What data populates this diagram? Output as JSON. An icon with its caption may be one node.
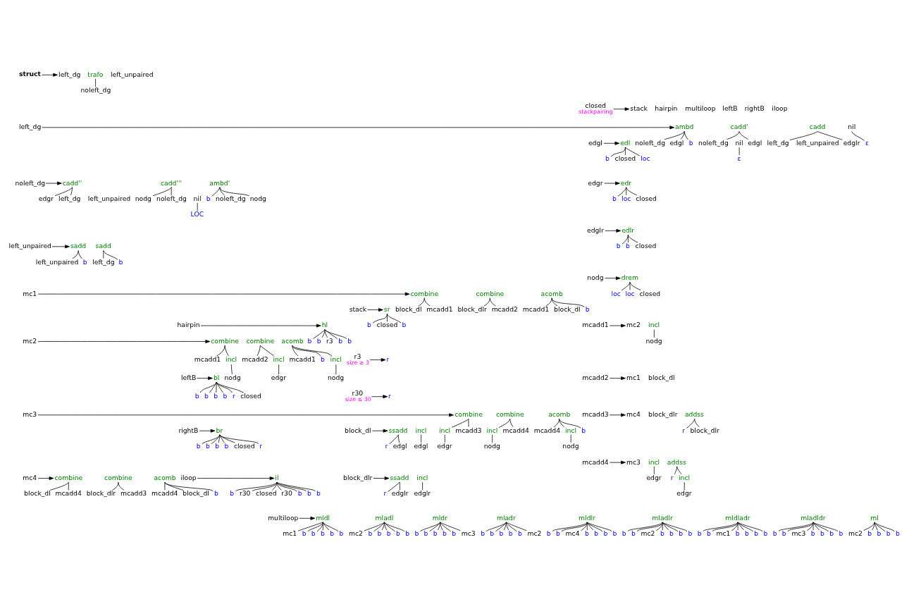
{
  "diagram": {
    "nodes": [
      {
        "text": [
          "struct"
        ]
      },
      {
        "text": [
          "left_dg"
        ]
      },
      {
        "text": [
          "trafo"
        ]
      },
      {
        "text": [
          "noleft_dg"
        ]
      },
      {
        "text": [
          "left_unpaired"
        ]
      },
      {
        "text": [
          "left_dg"
        ]
      },
      {
        "text": [
          "ambd"
        ]
      },
      {
        "text": [
          "edgl"
        ]
      },
      {
        "text": [
          "b"
        ]
      },
      {
        "text": [
          "noleft_dg"
        ]
      },
      {
        "text": [
          "cadd'"
        ]
      },
      {
        "text": [
          "edgl"
        ]
      },
      {
        "text": [
          "noleft_dg"
        ]
      },
      {
        "text": [
          "nil"
        ]
      },
      {
        "text": [
          "ε"
        ]
      },
      {
        "text": [
          "cadd"
        ]
      },
      {
        "text": [
          "edglr"
        ]
      },
      {
        "text": [
          "left_dg"
        ]
      },
      {
        "text": [
          "left_unpaired"
        ]
      },
      {
        "text": [
          "nil"
        ]
      },
      {
        "text": [
          "ε"
        ]
      },
      {
        "text": [
          "noleft_dg"
        ]
      },
      {
        "text": [
          "cadd''"
        ]
      },
      {
        "text": [
          "edgr"
        ]
      },
      {
        "text": [
          "left_dg"
        ]
      },
      {
        "text": [
          "left_unpaired"
        ]
      },
      {
        "text": [
          "cadd'''"
        ]
      },
      {
        "text": [
          "nodg"
        ]
      },
      {
        "text": [
          "noleft_dg"
        ]
      },
      {
        "text": [
          "nil"
        ]
      },
      {
        "text": [
          "LOC"
        ]
      },
      {
        "text": [
          "ambd'"
        ]
      },
      {
        "text": [
          "nodg"
        ]
      },
      {
        "text": [
          "b"
        ]
      },
      {
        "text": [
          "noleft_dg"
        ]
      },
      {
        "text": [
          "left_unpaired"
        ]
      },
      {
        "text": [
          "sadd"
        ]
      },
      {
        "text": [
          "b"
        ]
      },
      {
        "text": [
          "left_unpaired"
        ]
      },
      {
        "text": [
          "sadd"
        ]
      },
      {
        "text": [
          "b"
        ]
      },
      {
        "text": [
          "left_dg"
        ]
      },
      {
        "text": [
          "closed"
        ],
        "beside": [
          "stackpairing"
        ]
      },
      {
        "text": [
          "stack"
        ]
      },
      {
        "text": [
          "hairpin"
        ]
      },
      {
        "text": [
          "multiloop"
        ]
      },
      {
        "text": [
          "leftB"
        ]
      },
      {
        "text": [
          "rightB"
        ]
      },
      {
        "text": [
          "iloop"
        ]
      },
      {
        "text": [
          "edgl"
        ]
      },
      {
        "text": [
          "edl"
        ]
      },
      {
        "text": [
          "b"
        ]
      },
      {
        "text": [
          "closed"
        ]
      },
      {
        "text": [
          "loc"
        ]
      },
      {
        "text": [
          "stack"
        ]
      },
      {
        "text": [
          "sr"
        ]
      },
      {
        "text": [
          "b"
        ]
      },
      {
        "text": [
          "closed"
        ]
      },
      {
        "text": [
          "b"
        ]
      },
      {
        "text": [
          "hairpin"
        ]
      },
      {
        "text": [
          "hl"
        ]
      },
      {
        "text": [
          "b"
        ]
      },
      {
        "text": [
          "b"
        ]
      },
      {
        "text": [
          "r3"
        ]
      },
      {
        "text": [
          "b"
        ]
      },
      {
        "text": [
          "b"
        ]
      },
      {
        "text": [
          "edgr"
        ]
      },
      {
        "text": [
          "edr"
        ]
      },
      {
        "text": [
          "loc"
        ]
      },
      {
        "text": [
          "closed"
        ]
      },
      {
        "text": [
          "b"
        ]
      },
      {
        "text": [
          "leftB"
        ]
      },
      {
        "text": [
          "bl"
        ]
      },
      {
        "text": [
          "b"
        ]
      },
      {
        "text": [
          "b"
        ]
      },
      {
        "text": [
          "r"
        ]
      },
      {
        "text": [
          "closed"
        ]
      },
      {
        "text": [
          "b"
        ]
      },
      {
        "text": [
          "b"
        ]
      },
      {
        "text": [
          "r3"
        ],
        "beside": [
          "size ≥ 3"
        ]
      },
      {
        "text": [
          "r"
        ]
      },
      {
        "text": [
          "r30"
        ],
        "beside": [
          "size ≤ 30"
        ]
      },
      {
        "text": [
          "r"
        ]
      },
      {
        "text": [
          "edglr"
        ]
      },
      {
        "text": [
          "edlr"
        ]
      },
      {
        "text": [
          "b"
        ]
      },
      {
        "text": [
          "closed"
        ]
      },
      {
        "text": [
          "b"
        ]
      },
      {
        "text": [
          "rightB"
        ]
      },
      {
        "text": [
          "br"
        ]
      },
      {
        "text": [
          "b"
        ]
      },
      {
        "text": [
          "b"
        ]
      },
      {
        "text": [
          "closed"
        ]
      },
      {
        "text": [
          "r"
        ]
      },
      {
        "text": [
          "b"
        ]
      },
      {
        "text": [
          "b"
        ]
      },
      {
        "text": [
          "nodg"
        ]
      },
      {
        "text": [
          "drem"
        ]
      },
      {
        "text": [
          "loc"
        ]
      },
      {
        "text": [
          "closed"
        ]
      },
      {
        "text": [
          "loc"
        ]
      },
      {
        "text": [
          "iloop"
        ]
      },
      {
        "text": [
          "il"
        ]
      },
      {
        "text": [
          "b"
        ]
      },
      {
        "text": [
          "b"
        ]
      },
      {
        "text": [
          "r30"
        ]
      },
      {
        "text": [
          "closed"
        ]
      },
      {
        "text": [
          "r30"
        ]
      },
      {
        "text": [
          "b"
        ]
      },
      {
        "text": [
          "b"
        ]
      },
      {
        "text": [
          "multiloop"
        ]
      },
      {
        "text": [
          "mldl"
        ]
      },
      {
        "text": [
          "b"
        ]
      },
      {
        "text": [
          "b"
        ]
      },
      {
        "text": [
          "b"
        ]
      },
      {
        "text": [
          "mc1"
        ]
      },
      {
        "text": [
          "b"
        ]
      },
      {
        "text": [
          "b"
        ]
      },
      {
        "text": [
          "mladl"
        ]
      },
      {
        "text": [
          "b"
        ]
      },
      {
        "text": [
          "b"
        ]
      },
      {
        "text": [
          "b"
        ]
      },
      {
        "text": [
          "mc2"
        ]
      },
      {
        "text": [
          "b"
        ]
      },
      {
        "text": [
          "b"
        ]
      },
      {
        "text": [
          "mldr"
        ]
      },
      {
        "text": [
          "b"
        ]
      },
      {
        "text": [
          "b"
        ]
      },
      {
        "text": [
          "mc3"
        ]
      },
      {
        "text": [
          "b"
        ]
      },
      {
        "text": [
          "b"
        ]
      },
      {
        "text": [
          "b"
        ]
      },
      {
        "text": [
          "mladr"
        ]
      },
      {
        "text": [
          "b"
        ]
      },
      {
        "text": [
          "b"
        ]
      },
      {
        "text": [
          "mc2"
        ]
      },
      {
        "text": [
          "b"
        ]
      },
      {
        "text": [
          "b"
        ]
      },
      {
        "text": [
          "b"
        ]
      },
      {
        "text": [
          "mldlr"
        ]
      },
      {
        "text": [
          "b"
        ]
      },
      {
        "text": [
          "b"
        ]
      },
      {
        "text": [
          "b"
        ]
      },
      {
        "text": [
          "mc4"
        ]
      },
      {
        "text": [
          "b"
        ]
      },
      {
        "text": [
          "b"
        ]
      },
      {
        "text": [
          "b"
        ]
      },
      {
        "text": [
          "mladlr"
        ]
      },
      {
        "text": [
          "b"
        ]
      },
      {
        "text": [
          "b"
        ]
      },
      {
        "text": [
          "b"
        ]
      },
      {
        "text": [
          "mc2"
        ]
      },
      {
        "text": [
          "b"
        ]
      },
      {
        "text": [
          "b"
        ]
      },
      {
        "text": [
          "b"
        ]
      },
      {
        "text": [
          "mldladr"
        ]
      },
      {
        "text": [
          "b"
        ]
      },
      {
        "text": [
          "b"
        ]
      },
      {
        "text": [
          "b"
        ]
      },
      {
        "text": [
          "mc1"
        ]
      },
      {
        "text": [
          "b"
        ]
      },
      {
        "text": [
          "b"
        ]
      },
      {
        "text": [
          "b"
        ]
      },
      {
        "text": [
          "mladldr"
        ]
      },
      {
        "text": [
          "b"
        ]
      },
      {
        "text": [
          "b"
        ]
      },
      {
        "text": [
          "b"
        ]
      },
      {
        "text": [
          "mc3"
        ]
      },
      {
        "text": [
          "b"
        ]
      },
      {
        "text": [
          "b"
        ]
      },
      {
        "text": [
          "b"
        ]
      },
      {
        "text": [
          "ml"
        ]
      },
      {
        "text": [
          "b"
        ]
      },
      {
        "text": [
          "b"
        ]
      },
      {
        "text": [
          "mc2"
        ]
      },
      {
        "text": [
          "b"
        ]
      },
      {
        "text": [
          "b"
        ]
      },
      {
        "text": [
          "mc1"
        ]
      },
      {
        "text": [
          "combine"
        ]
      },
      {
        "text": [
          "block_dl"
        ]
      },
      {
        "text": [
          "mcadd1"
        ]
      },
      {
        "text": [
          "combine"
        ]
      },
      {
        "text": [
          "block_dlr"
        ]
      },
      {
        "text": [
          "mcadd2"
        ]
      },
      {
        "text": [
          "acomb"
        ]
      },
      {
        "text": [
          "block_dl"
        ]
      },
      {
        "text": [
          "b"
        ]
      },
      {
        "text": [
          "mcadd1"
        ]
      },
      {
        "text": [
          "mcadd1"
        ]
      },
      {
        "text": [
          "mc2"
        ]
      },
      {
        "text": [
          "incl"
        ]
      },
      {
        "text": [
          "nodg"
        ]
      },
      {
        "text": [
          "block_dl"
        ]
      },
      {
        "text": [
          "ssadd"
        ]
      },
      {
        "text": [
          "r"
        ]
      },
      {
        "text": [
          "edgl"
        ]
      },
      {
        "text": [
          "incl"
        ]
      },
      {
        "text": [
          "edgl"
        ]
      },
      {
        "text": [
          "mc2"
        ]
      },
      {
        "text": [
          "combine"
        ]
      },
      {
        "text": [
          "incl"
        ]
      },
      {
        "text": [
          "nodg"
        ]
      },
      {
        "text": [
          "mcadd1"
        ]
      },
      {
        "text": [
          "combine"
        ]
      },
      {
        "text": [
          "incl"
        ]
      },
      {
        "text": [
          "edgr"
        ]
      },
      {
        "text": [
          "mcadd2"
        ]
      },
      {
        "text": [
          "acomb"
        ]
      },
      {
        "text": [
          "incl"
        ]
      },
      {
        "text": [
          "nodg"
        ]
      },
      {
        "text": [
          "b"
        ]
      },
      {
        "text": [
          "mcadd1"
        ]
      },
      {
        "text": [
          "mcadd2"
        ]
      },
      {
        "text": [
          "mc1"
        ]
      },
      {
        "text": [
          "block_dl"
        ]
      },
      {
        "text": [
          "block_dlr"
        ]
      },
      {
        "text": [
          "ssadd"
        ]
      },
      {
        "text": [
          "r"
        ]
      },
      {
        "text": [
          "edglr"
        ]
      },
      {
        "text": [
          "incl"
        ]
      },
      {
        "text": [
          "edglr"
        ]
      },
      {
        "text": [
          "mcadd3"
        ]
      },
      {
        "text": [
          "mc4"
        ]
      },
      {
        "text": [
          "block_dlr"
        ]
      },
      {
        "text": [
          "addss"
        ]
      },
      {
        "text": [
          "block_dlr"
        ]
      },
      {
        "text": [
          "r"
        ]
      },
      {
        "text": [
          "mc3"
        ]
      },
      {
        "text": [
          "combine"
        ]
      },
      {
        "text": [
          "incl"
        ]
      },
      {
        "text": [
          "edgr"
        ]
      },
      {
        "text": [
          "mcadd3"
        ]
      },
      {
        "text": [
          "combine"
        ]
      },
      {
        "text": [
          "incl"
        ]
      },
      {
        "text": [
          "nodg"
        ]
      },
      {
        "text": [
          "mcadd4"
        ]
      },
      {
        "text": [
          "acomb"
        ]
      },
      {
        "text": [
          "incl"
        ]
      },
      {
        "text": [
          "nodg"
        ]
      },
      {
        "text": [
          "b"
        ]
      },
      {
        "text": [
          "mcadd4"
        ]
      },
      {
        "text": [
          "mcadd4"
        ]
      },
      {
        "text": [
          "mc3"
        ]
      },
      {
        "text": [
          "incl"
        ]
      },
      {
        "text": [
          "edgr"
        ]
      },
      {
        "text": [
          "addss"
        ]
      },
      {
        "text": [
          "incl"
        ]
      },
      {
        "text": [
          "edgr"
        ]
      },
      {
        "text": [
          "r"
        ]
      },
      {
        "text": [
          "mc4"
        ]
      },
      {
        "text": [
          "combine"
        ]
      },
      {
        "text": [
          "block_dl"
        ]
      },
      {
        "text": [
          "mcadd4"
        ]
      },
      {
        "text": [
          "combine"
        ]
      },
      {
        "text": [
          "block_dlr"
        ]
      },
      {
        "text": [
          "mcadd3"
        ]
      },
      {
        "text": [
          "acomb"
        ]
      },
      {
        "text": [
          "block_dl"
        ]
      },
      {
        "text": [
          "b"
        ]
      },
      {
        "text": [
          "mcadd4"
        ]
      }
    ],
    "edges": [
      {
        "from": 0,
        "to": 1,
        "arrow": "to"
      },
      {
        "from": 2,
        "to": 3,
        "arrow": "none"
      },
      {
        "from": 5,
        "to": 6,
        "arrow": "to"
      },
      {
        "from": 6,
        "to": 7,
        "arrow": "none"
      },
      {
        "from": 6,
        "to": 8,
        "arrow": "none"
      },
      {
        "from": 6,
        "to": 9,
        "arrow": "none"
      },
      {
        "from": 10,
        "to": 11,
        "arrow": "none"
      },
      {
        "from": 10,
        "to": 12,
        "arrow": "none"
      },
      {
        "from": 13,
        "to": 14,
        "arrow": "none"
      },
      {
        "from": 15,
        "to": 16,
        "arrow": "none"
      },
      {
        "from": 15,
        "to": 17,
        "arrow": "none"
      },
      {
        "from": 19,
        "to": 20,
        "arrow": "none"
      },
      {
        "from": 21,
        "to": 22,
        "arrow": "to"
      },
      {
        "from": 22,
        "to": 23,
        "arrow": "none"
      },
      {
        "from": 22,
        "to": 24,
        "arrow": "none"
      },
      {
        "from": 26,
        "to": 27,
        "arrow": "none"
      },
      {
        "from": 26,
        "to": 28,
        "arrow": "none"
      },
      {
        "from": 29,
        "to": 30,
        "arrow": "none"
      },
      {
        "from": 31,
        "to": 32,
        "arrow": "none"
      },
      {
        "from": 31,
        "to": 33,
        "arrow": "none"
      },
      {
        "from": 31,
        "to": 34,
        "arrow": "none"
      },
      {
        "from": 35,
        "to": 36,
        "arrow": "to"
      },
      {
        "from": 36,
        "to": 37,
        "arrow": "none"
      },
      {
        "from": 36,
        "to": 38,
        "arrow": "none"
      },
      {
        "from": 39,
        "to": 40,
        "arrow": "none"
      },
      {
        "from": 39,
        "to": 41,
        "arrow": "none"
      },
      {
        "from": 42,
        "to": 43,
        "arrow": "to"
      },
      {
        "from": 49,
        "to": 50,
        "arrow": "to"
      },
      {
        "from": 50,
        "to": 51,
        "arrow": "none"
      },
      {
        "from": 50,
        "to": 52,
        "arrow": "none"
      },
      {
        "from": 50,
        "to": 53,
        "arrow": "none"
      },
      {
        "from": 54,
        "to": 55,
        "arrow": "to"
      },
      {
        "from": 55,
        "to": 56,
        "arrow": "none"
      },
      {
        "from": 55,
        "to": 57,
        "arrow": "none"
      },
      {
        "from": 55,
        "to": 58,
        "arrow": "none"
      },
      {
        "from": 59,
        "to": 60,
        "arrow": "to"
      },
      {
        "from": 60,
        "to": 61,
        "arrow": "none"
      },
      {
        "from": 60,
        "to": 62,
        "arrow": "none"
      },
      {
        "from": 60,
        "to": 63,
        "arrow": "none"
      },
      {
        "from": 60,
        "to": 64,
        "arrow": "none"
      },
      {
        "from": 60,
        "to": 65,
        "arrow": "none"
      },
      {
        "from": 66,
        "to": 67,
        "arrow": "to"
      },
      {
        "from": 67,
        "to": 68,
        "arrow": "none"
      },
      {
        "from": 67,
        "to": 69,
        "arrow": "none"
      },
      {
        "from": 67,
        "to": 70,
        "arrow": "none"
      },
      {
        "from": 71,
        "to": 72,
        "arrow": "to"
      },
      {
        "from": 72,
        "to": 73,
        "arrow": "none"
      },
      {
        "from": 72,
        "to": 74,
        "arrow": "none"
      },
      {
        "from": 72,
        "to": 75,
        "arrow": "none"
      },
      {
        "from": 72,
        "to": 76,
        "arrow": "none"
      },
      {
        "from": 72,
        "to": 77,
        "arrow": "none"
      },
      {
        "from": 72,
        "to": 78,
        "arrow": "none"
      },
      {
        "from": 79,
        "to": 80,
        "arrow": "to"
      },
      {
        "from": 81,
        "to": 82,
        "arrow": "to"
      },
      {
        "from": 83,
        "to": 84,
        "arrow": "to"
      },
      {
        "from": 84,
        "to": 85,
        "arrow": "none"
      },
      {
        "from": 84,
        "to": 86,
        "arrow": "none"
      },
      {
        "from": 84,
        "to": 87,
        "arrow": "none"
      },
      {
        "from": 88,
        "to": 89,
        "arrow": "to"
      },
      {
        "from": 89,
        "to": 90,
        "arrow": "none"
      },
      {
        "from": 89,
        "to": 91,
        "arrow": "none"
      },
      {
        "from": 89,
        "to": 92,
        "arrow": "none"
      },
      {
        "from": 89,
        "to": 93,
        "arrow": "none"
      },
      {
        "from": 89,
        "to": 94,
        "arrow": "none"
      },
      {
        "from": 89,
        "to": 95,
        "arrow": "none"
      },
      {
        "from": 96,
        "to": 97,
        "arrow": "to"
      },
      {
        "from": 97,
        "to": 98,
        "arrow": "none"
      },
      {
        "from": 97,
        "to": 99,
        "arrow": "none"
      },
      {
        "from": 97,
        "to": 100,
        "arrow": "none"
      },
      {
        "from": 101,
        "to": 102,
        "arrow": "to"
      },
      {
        "from": 102,
        "to": 103,
        "arrow": "none"
      },
      {
        "from": 102,
        "to": 104,
        "arrow": "none"
      },
      {
        "from": 102,
        "to": 105,
        "arrow": "none"
      },
      {
        "from": 102,
        "to": 106,
        "arrow": "none"
      },
      {
        "from": 102,
        "to": 107,
        "arrow": "none"
      },
      {
        "from": 102,
        "to": 108,
        "arrow": "none"
      },
      {
        "from": 102,
        "to": 109,
        "arrow": "none"
      },
      {
        "from": 110,
        "to": 111,
        "arrow": "to"
      },
      {
        "from": 111,
        "to": 112,
        "arrow": "none"
      },
      {
        "from": 111,
        "to": 113,
        "arrow": "none"
      },
      {
        "from": 111,
        "to": 114,
        "arrow": "none"
      },
      {
        "from": 111,
        "to": 115,
        "arrow": "none"
      },
      {
        "from": 111,
        "to": 116,
        "arrow": "none"
      },
      {
        "from": 111,
        "to": 117,
        "arrow": "none"
      },
      {
        "from": 118,
        "to": 119,
        "arrow": "none"
      },
      {
        "from": 118,
        "to": 120,
        "arrow": "none"
      },
      {
        "from": 118,
        "to": 121,
        "arrow": "none"
      },
      {
        "from": 118,
        "to": 122,
        "arrow": "none"
      },
      {
        "from": 118,
        "to": 123,
        "arrow": "none"
      },
      {
        "from": 118,
        "to": 124,
        "arrow": "none"
      },
      {
        "from": 125,
        "to": 126,
        "arrow": "none"
      },
      {
        "from": 125,
        "to": 127,
        "arrow": "none"
      },
      {
        "from": 125,
        "to": 128,
        "arrow": "none"
      },
      {
        "from": 125,
        "to": 129,
        "arrow": "none"
      },
      {
        "from": 125,
        "to": 130,
        "arrow": "none"
      },
      {
        "from": 125,
        "to": 131,
        "arrow": "none"
      },
      {
        "from": 132,
        "to": 133,
        "arrow": "none"
      },
      {
        "from": 132,
        "to": 134,
        "arrow": "none"
      },
      {
        "from": 132,
        "to": 135,
        "arrow": "none"
      },
      {
        "from": 132,
        "to": 136,
        "arrow": "none"
      },
      {
        "from": 132,
        "to": 137,
        "arrow": "none"
      },
      {
        "from": 132,
        "to": 138,
        "arrow": "none"
      },
      {
        "from": 139,
        "to": 140,
        "arrow": "none"
      },
      {
        "from": 139,
        "to": 141,
        "arrow": "none"
      },
      {
        "from": 139,
        "to": 142,
        "arrow": "none"
      },
      {
        "from": 139,
        "to": 143,
        "arrow": "none"
      },
      {
        "from": 139,
        "to": 144,
        "arrow": "none"
      },
      {
        "from": 139,
        "to": 145,
        "arrow": "none"
      },
      {
        "from": 139,
        "to": 146,
        "arrow": "none"
      },
      {
        "from": 147,
        "to": 148,
        "arrow": "none"
      },
      {
        "from": 147,
        "to": 149,
        "arrow": "none"
      },
      {
        "from": 147,
        "to": 150,
        "arrow": "none"
      },
      {
        "from": 147,
        "to": 151,
        "arrow": "none"
      },
      {
        "from": 147,
        "to": 152,
        "arrow": "none"
      },
      {
        "from": 147,
        "to": 153,
        "arrow": "none"
      },
      {
        "from": 147,
        "to": 154,
        "arrow": "none"
      },
      {
        "from": 155,
        "to": 156,
        "arrow": "none"
      },
      {
        "from": 155,
        "to": 157,
        "arrow": "none"
      },
      {
        "from": 155,
        "to": 158,
        "arrow": "none"
      },
      {
        "from": 155,
        "to": 159,
        "arrow": "none"
      },
      {
        "from": 155,
        "to": 160,
        "arrow": "none"
      },
      {
        "from": 155,
        "to": 161,
        "arrow": "none"
      },
      {
        "from": 155,
        "to": 162,
        "arrow": "none"
      },
      {
        "from": 163,
        "to": 164,
        "arrow": "none"
      },
      {
        "from": 163,
        "to": 165,
        "arrow": "none"
      },
      {
        "from": 163,
        "to": 166,
        "arrow": "none"
      },
      {
        "from": 163,
        "to": 167,
        "arrow": "none"
      },
      {
        "from": 163,
        "to": 168,
        "arrow": "none"
      },
      {
        "from": 163,
        "to": 169,
        "arrow": "none"
      },
      {
        "from": 163,
        "to": 170,
        "arrow": "none"
      },
      {
        "from": 171,
        "to": 172,
        "arrow": "none"
      },
      {
        "from": 171,
        "to": 173,
        "arrow": "none"
      },
      {
        "from": 171,
        "to": 174,
        "arrow": "none"
      },
      {
        "from": 171,
        "to": 175,
        "arrow": "none"
      },
      {
        "from": 171,
        "to": 176,
        "arrow": "none"
      },
      {
        "from": 177,
        "to": 178,
        "arrow": "to"
      },
      {
        "from": 178,
        "to": 179,
        "arrow": "none"
      },
      {
        "from": 178,
        "to": 180,
        "arrow": "none"
      },
      {
        "from": 181,
        "to": 182,
        "arrow": "none"
      },
      {
        "from": 181,
        "to": 183,
        "arrow": "none"
      },
      {
        "from": 184,
        "to": 185,
        "arrow": "none"
      },
      {
        "from": 184,
        "to": 186,
        "arrow": "none"
      },
      {
        "from": 184,
        "to": 187,
        "arrow": "none"
      },
      {
        "from": 188,
        "to": 189,
        "arrow": "to"
      },
      {
        "from": 190,
        "to": 191,
        "arrow": "none"
      },
      {
        "from": 192,
        "to": 193,
        "arrow": "to"
      },
      {
        "from": 193,
        "to": 194,
        "arrow": "none"
      },
      {
        "from": 193,
        "to": 195,
        "arrow": "none"
      },
      {
        "from": 196,
        "to": 197,
        "arrow": "none"
      },
      {
        "from": 198,
        "to": 199,
        "arrow": "to"
      },
      {
        "from": 199,
        "to": 200,
        "arrow": "none"
      },
      {
        "from": 200,
        "to": 201,
        "arrow": "none"
      },
      {
        "from": 199,
        "to": 202,
        "arrow": "none"
      },
      {
        "from": 203,
        "to": 204,
        "arrow": "none"
      },
      {
        "from": 204,
        "to": 205,
        "arrow": "none"
      },
      {
        "from": 203,
        "to": 206,
        "arrow": "none"
      },
      {
        "from": 207,
        "to": 208,
        "arrow": "none"
      },
      {
        "from": 208,
        "to": 209,
        "arrow": "none"
      },
      {
        "from": 207,
        "to": 210,
        "arrow": "none"
      },
      {
        "from": 207,
        "to": 211,
        "arrow": "none"
      },
      {
        "from": 212,
        "to": 213,
        "arrow": "to"
      },
      {
        "from": 215,
        "to": 216,
        "arrow": "to"
      },
      {
        "from": 216,
        "to": 217,
        "arrow": "none"
      },
      {
        "from": 216,
        "to": 218,
        "arrow": "none"
      },
      {
        "from": 219,
        "to": 220,
        "arrow": "none"
      },
      {
        "from": 221,
        "to": 222,
        "arrow": "to"
      },
      {
        "from": 224,
        "to": 225,
        "arrow": "none"
      },
      {
        "from": 224,
        "to": 226,
        "arrow": "none"
      },
      {
        "from": 227,
        "to": 228,
        "arrow": "to"
      },
      {
        "from": 228,
        "to": 229,
        "arrow": "none"
      },
      {
        "from": 229,
        "to": 230,
        "arrow": "none"
      },
      {
        "from": 228,
        "to": 231,
        "arrow": "none"
      },
      {
        "from": 232,
        "to": 233,
        "arrow": "none"
      },
      {
        "from": 233,
        "to": 234,
        "arrow": "none"
      },
      {
        "from": 232,
        "to": 235,
        "arrow": "none"
      },
      {
        "from": 236,
        "to": 237,
        "arrow": "none"
      },
      {
        "from": 237,
        "to": 238,
        "arrow": "none"
      },
      {
        "from": 236,
        "to": 239,
        "arrow": "none"
      },
      {
        "from": 236,
        "to": 240,
        "arrow": "none"
      },
      {
        "from": 241,
        "to": 242,
        "arrow": "to"
      },
      {
        "from": 243,
        "to": 244,
        "arrow": "none"
      },
      {
        "from": 245,
        "to": 246,
        "arrow": "none"
      },
      {
        "from": 246,
        "to": 247,
        "arrow": "none"
      },
      {
        "from": 245,
        "to": 248,
        "arrow": "none"
      },
      {
        "from": 249,
        "to": 250,
        "arrow": "to"
      },
      {
        "from": 250,
        "to": 251,
        "arrow": "none"
      },
      {
        "from": 250,
        "to": 252,
        "arrow": "none"
      },
      {
        "from": 253,
        "to": 254,
        "arrow": "none"
      },
      {
        "from": 253,
        "to": 255,
        "arrow": "none"
      },
      {
        "from": 256,
        "to": 257,
        "arrow": "none"
      },
      {
        "from": 256,
        "to": 258,
        "arrow": "none"
      },
      {
        "from": 256,
        "to": 259,
        "arrow": "none"
      }
    ]
  }
}
